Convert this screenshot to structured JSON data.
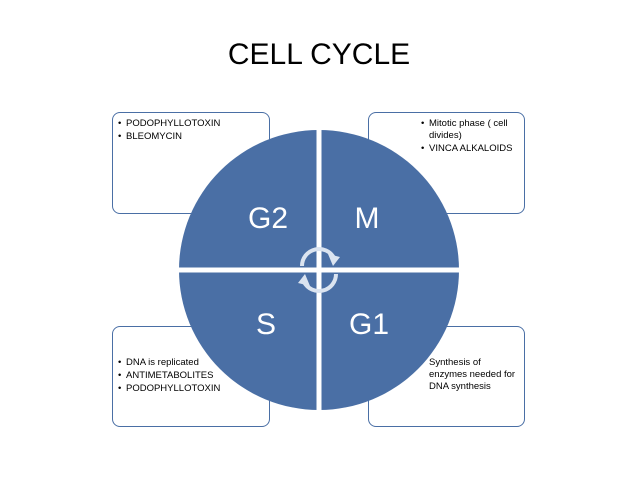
{
  "title": "CELL CYCLE",
  "phases": {
    "top_left": "G2",
    "top_right": "M",
    "bottom_left": "S",
    "bottom_right": "G1"
  },
  "boxes": {
    "top_left": [
      "PODOPHYLLOTOXIN",
      "BLEOMYCIN"
    ],
    "top_right": [
      "Mitotic phase ( cell divides)",
      "VINCA ALKALOIDS"
    ],
    "bottom_left": [
      "DNA is replicated",
      "ANTIMETABOLITES",
      "PODOPHYLLOTOXIN"
    ],
    "bottom_right": [
      "Synthesis of enzymes needed for DNA synthesis"
    ]
  },
  "colors": {
    "wheel_fill": "#4a6fa5",
    "divider": "#ffffff",
    "box_border": "#4a6fa5",
    "cycle_arrows": "#dbe4f0"
  }
}
